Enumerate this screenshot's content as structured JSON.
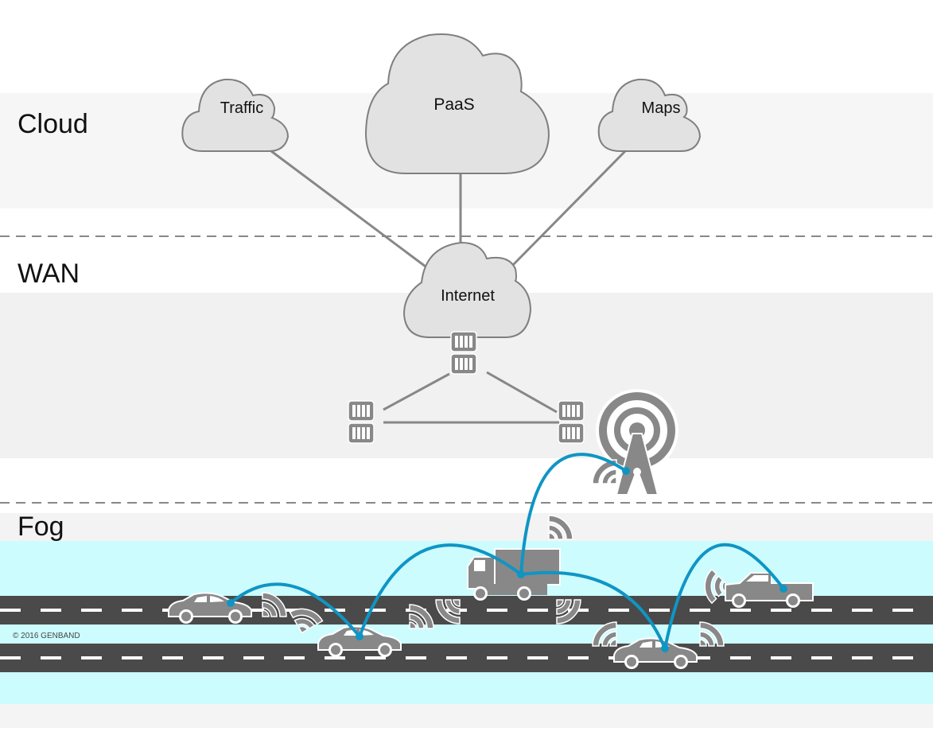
{
  "tiers": {
    "cloud": "Cloud",
    "wan": "WAN",
    "fog": "Fog"
  },
  "clouds": {
    "traffic": "Traffic",
    "paas": "PaaS",
    "maps": "Maps",
    "internet": "Internet"
  },
  "copyright": "© 2016 GENBAND",
  "colors": {
    "link_line": "#878787",
    "v2x_link": "#0f95c4",
    "cloud_fill": "#e2e2e2",
    "cloud_stroke": "#7f7f7f",
    "icon_gray": "#888888",
    "road": "#4a4a4a",
    "fog_band": "#ccfcfe",
    "band_light": "#f6f6f6"
  }
}
